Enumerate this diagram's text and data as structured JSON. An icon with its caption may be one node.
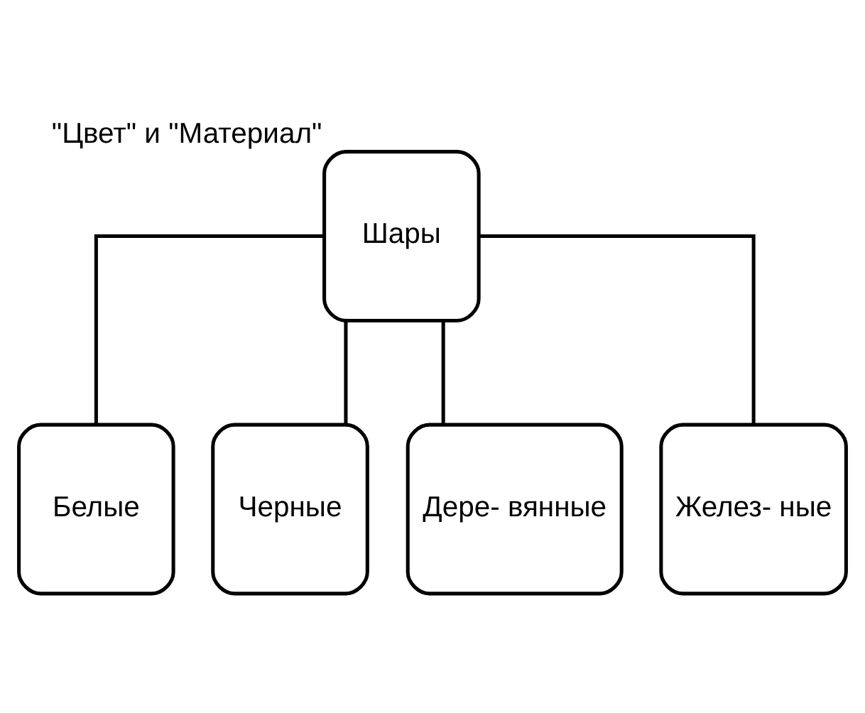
{
  "diagram": {
    "nodes": [
      {
        "text": [
          "Шары"
        ],
        "beside": [
          "\"Цвет\" и \"Материал\""
        ]
      },
      {
        "text": [
          "Белые"
        ]
      },
      {
        "text": [
          "Черные"
        ]
      },
      {
        "text": [
          "Дере- вянные"
        ]
      },
      {
        "text": [
          "Желез- ные"
        ]
      }
    ],
    "edges": [
      {
        "from": 0,
        "to": 1,
        "arrow": "none"
      },
      {
        "from": 0,
        "to": 2,
        "arrow": "none"
      },
      {
        "from": 0,
        "to": 3,
        "arrow": "none"
      },
      {
        "from": 0,
        "to": 4,
        "arrow": "none"
      }
    ]
  }
}
